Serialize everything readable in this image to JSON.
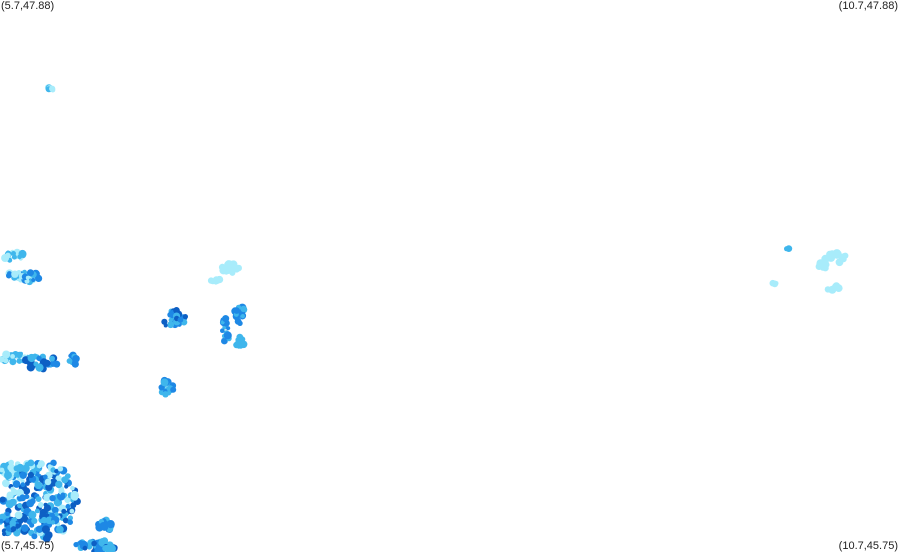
{
  "map": {
    "corner_labels": {
      "top_left": "(5.7,47.88)",
      "top_right": "(10.7,47.88)",
      "bottom_left": "(5.7,45.75)",
      "bottom_right": "(10.7,45.75)"
    },
    "background_color": "#ffffff",
    "intensity_colors": {
      "light": "#a8ecfb",
      "medium": "#3fb6ec",
      "strong": "#1e88e5",
      "heavy": "#0d5fc4"
    }
  }
}
